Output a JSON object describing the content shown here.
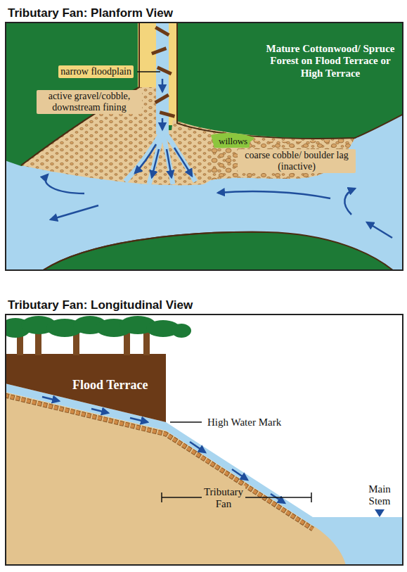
{
  "diagram": {
    "nodes": [
      {
        "text": [
          "Tributary Fan: Planform View"
        ]
      },
      {
        "text": [
          "Tributary Fan: Longitudinal View"
        ]
      }
    ],
    "labels": [
      "narrow floodplain",
      "Mature Cottonwood/ Spruce Forest on Flood Terrace or High Terrace",
      "active gravel/cobble, downstream fining",
      "willows",
      "coarse cobble/ boulder lag (inactive)",
      "Flood Terrace",
      "High Water Mark",
      "Tributary Fan",
      "Main Stem"
    ]
  }
}
